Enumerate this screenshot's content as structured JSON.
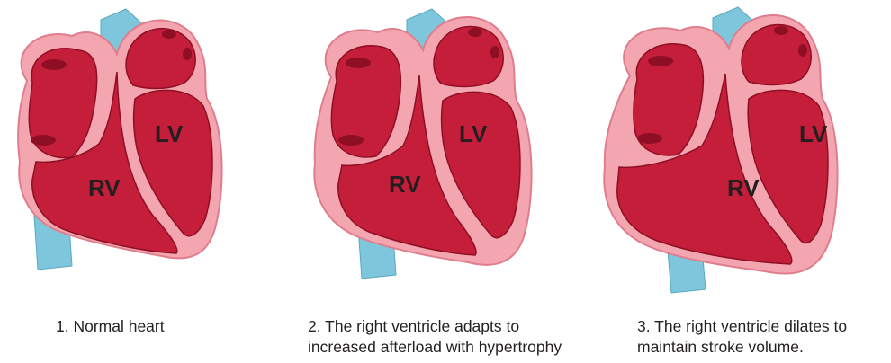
{
  "panels": [
    {
      "rv_label": "RV",
      "lv_label": "LV",
      "caption": "1. Normal heart"
    },
    {
      "rv_label": "RV",
      "lv_label": "LV",
      "caption": "2. The right ventricle adapts to\nincreased afterload with hypertrophy"
    },
    {
      "rv_label": "RV",
      "lv_label": "LV",
      "caption": "3. The right ventricle dilates to\nmaintain stroke volume."
    }
  ],
  "colors": {
    "chamber": "#c41e3a",
    "chamber_dark": "#8e0f24",
    "wall": "#f4a6b0",
    "wall_edge": "#e07d8c",
    "vessel": "#7ec6dc",
    "text": "#231f20"
  }
}
